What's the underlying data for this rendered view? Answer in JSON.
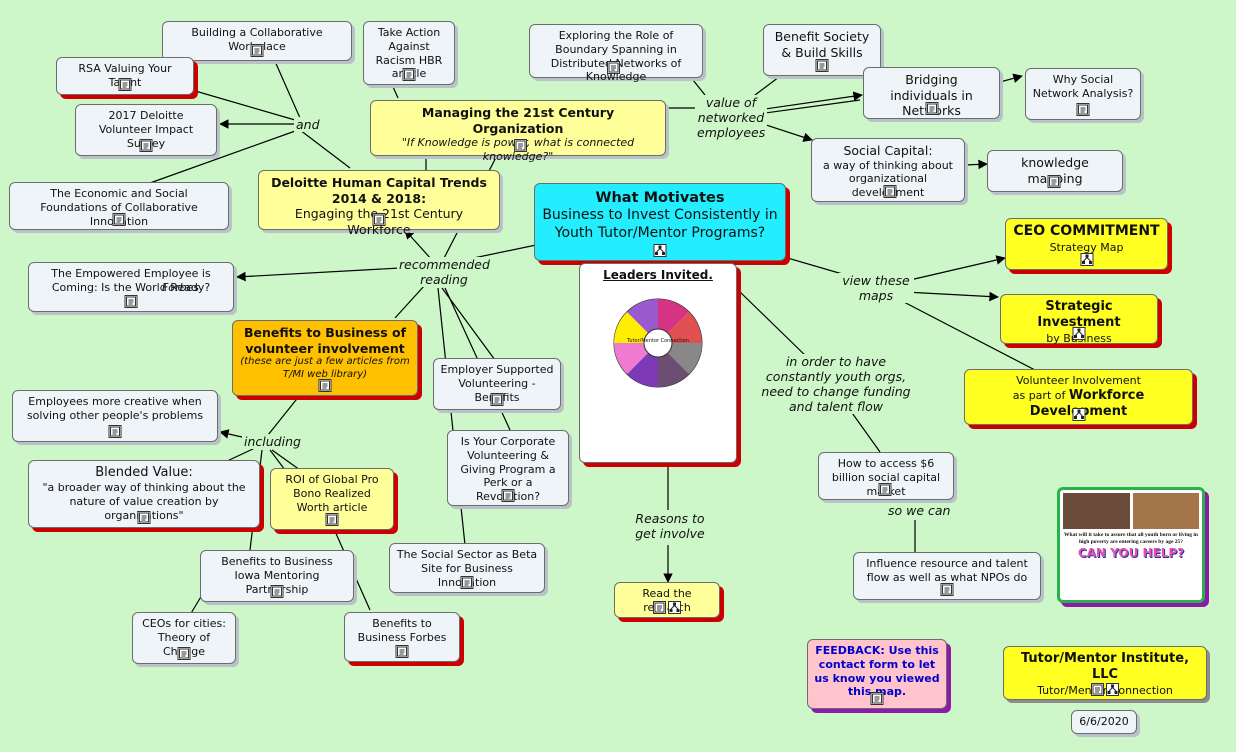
{
  "center": {
    "title": "What Motivates",
    "subtitle": "Business to Invest Consistently in Youth Tutor/Mentor Programs?"
  },
  "managing": {
    "title": "Managing the 21st Century Organization",
    "quote": "\"If Knowledge is power, what is connected knowledge?\""
  },
  "deloitte": {
    "title": "Deloitte Human Capital Trends 2014 & 2018:",
    "subtitle": "Engaging the 21st Century Workforce"
  },
  "benefits": {
    "title": "Benefits to Business of volunteer involvement",
    "note": "(these are just a few articles from T/MI web library)"
  },
  "ceo": {
    "title": "CEO COMMITMENT",
    "subtitle": "Strategy Map"
  },
  "strategic": {
    "title": "Strategic Investment",
    "subtitle": "by Business"
  },
  "volunteer_wd": {
    "line1": "Volunteer Involvement",
    "prefix": "as part of",
    "bold": "Workforce Development"
  },
  "tmi": {
    "title": "Tutor/Mentor Institute, LLC",
    "subtitle": "Tutor/Mentor Connection"
  },
  "feedback": {
    "text": "FEEDBACK: Use this contact form to let us know you viewed this map."
  },
  "date": "6/6/2020",
  "nodes": {
    "collab_workplace": "Building a Collaborative Workplace",
    "rsa": "RSA Valuing Your Talent",
    "deloitte2017": "2017 Deloitte Volunteer Impact Survey",
    "econ_social": "The Economic and Social Foundations of Collaborative Innovation",
    "take_action": "Take Action Against Racism HBR article",
    "boundary": "Exploring the Role of Boundary Spanning in Distributed Networks of Knowledge",
    "benefit_society": "Benefit Society & Build Skills",
    "bridging": "Bridging individuals in Networks",
    "why_sna": "Why Social Network Analysis?",
    "social_capital_title": "Social Capital:",
    "social_capital_sub": "a way of thinking about organizational development",
    "knowledge_mapping": "knowledge mapping",
    "empowered": "The Empowered Employee is Coming: Is the World Ready?",
    "empowered_src": "Forbes",
    "creative": "Employees more creative when solving other people's problems",
    "blended_title": "Blended Value:",
    "blended_sub": "\"a broader way of thinking about the nature of value creation by organizations\"",
    "roi": "ROI of Global Pro Bono Realized Worth article",
    "iowa": "Benefits to Business Iowa Mentoring Partnership",
    "ceos_cities": "CEOs for cities: Theory of Change",
    "forbes_benefits": "Benefits to Business Forbes",
    "employer_supported": "Employer Supported Volunteering - Benefits",
    "corporate_vol": "Is Your Corporate Volunteering & Giving Program a Perk or a Revolution?",
    "social_sector": "The Social Sector as Beta Site for Business Innovation",
    "read_research": "Read the research",
    "access6": "How to access $6 billion social capital market",
    "influence": "Influence resource and talent flow as well as what NPOs do"
  },
  "labels": {
    "and": "and",
    "value_networked": "value of networked employees",
    "recommended": "recommended reading",
    "including": "including",
    "view_maps": "view these maps",
    "in_order": "in order to have constantly youth orgs, need to change funding and talent flow",
    "reasons": "Reasons to get involve",
    "so_we_can": "so we can"
  },
  "images": {
    "leaders": {
      "title": "Leaders Invited.",
      "center_text": "Tutor/Mentor Connection"
    },
    "poster": {
      "caption": "What will it take to assure that all youth born or living in high poverty are entering careers by age 25?",
      "slogan": "CAN YOU HELP?"
    }
  },
  "colors": {
    "background": "#cdf7c9",
    "node": "#eef4f8",
    "yellow": "#ffff99",
    "gold": "#ffc000",
    "cyan": "#22eeff",
    "pink": "#ffc4cc",
    "shadow_red": "#cc0000"
  }
}
